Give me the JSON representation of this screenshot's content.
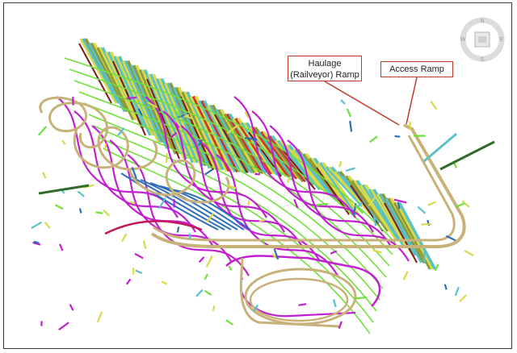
{
  "callouts": {
    "haulage_line1": "Haulage",
    "haulage_line2": "(Railveyor) Ramp",
    "access": "Access Ramp"
  },
  "compass": {
    "north": "N",
    "east": "E",
    "south": "S",
    "west": "W"
  },
  "colors": {
    "ramp_tan": "#c8b27a",
    "drift_magenta": "#c21fd1",
    "drift_green": "#6fe03a",
    "drift_blue": "#2c6fb8",
    "stope_yellow": "#d9d94a",
    "stope_cyan": "#58c2c9",
    "stope_red": "#c63a2e",
    "stope_olive": "#8b9a3c",
    "stope_darkred": "#7a1c1c",
    "stub_darkgreen": "#2f6e2a",
    "callout_border": "#c0392b"
  }
}
